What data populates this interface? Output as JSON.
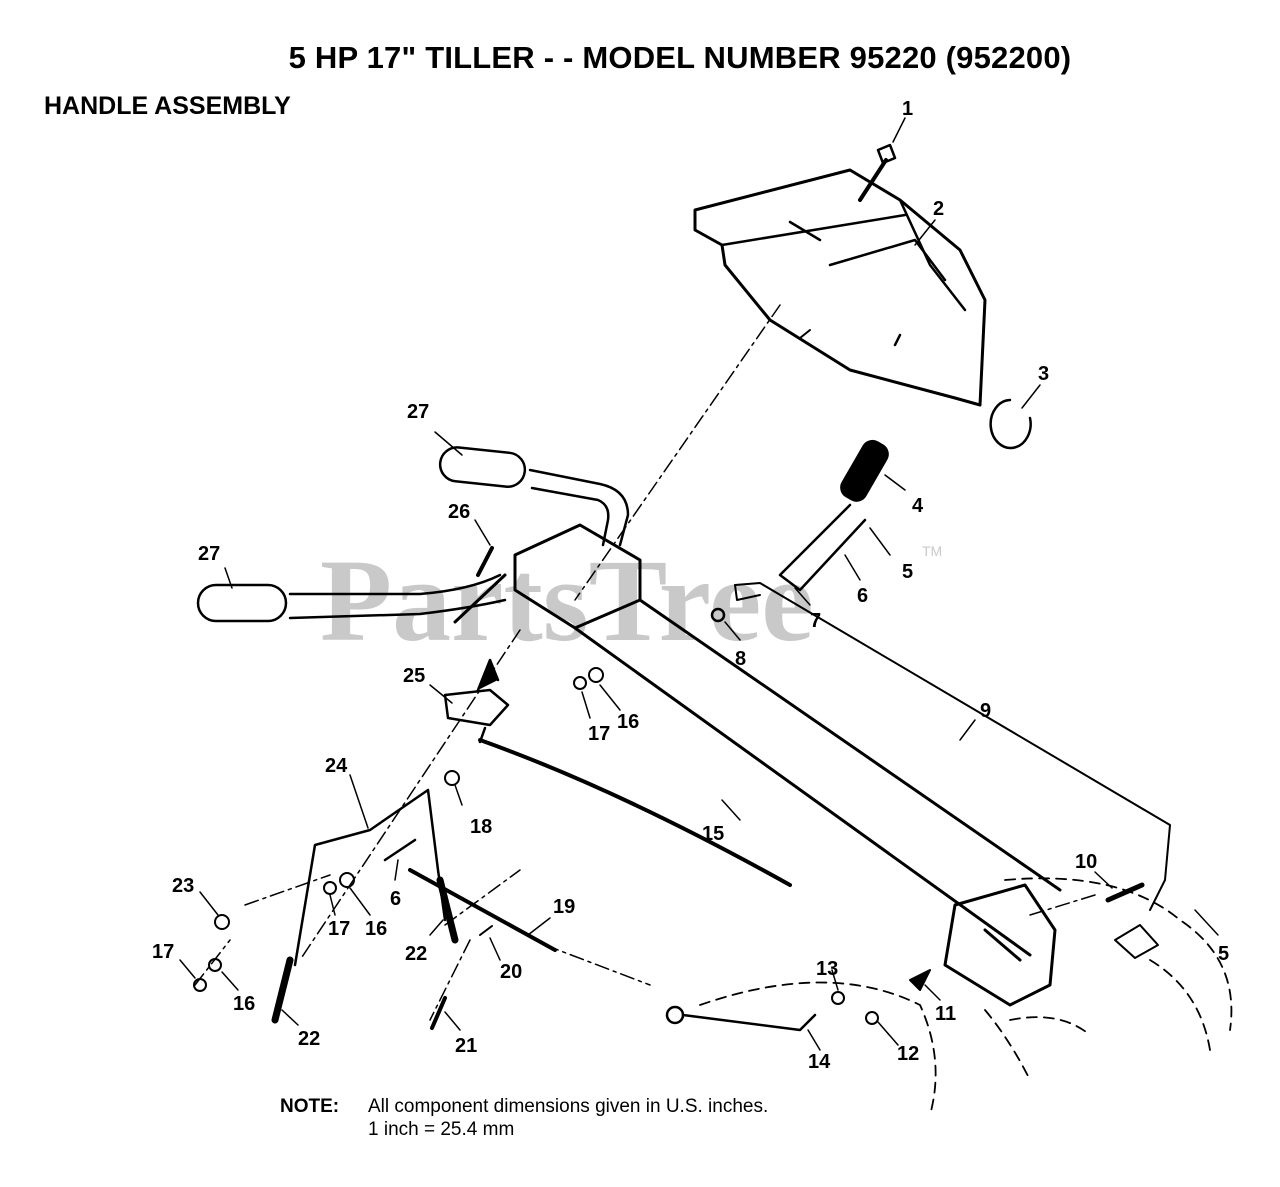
{
  "title": "5 HP  17\" TILLER - - MODEL NUMBER 95220 (952200)",
  "subtitle": "HANDLE ASSEMBLY",
  "watermark": {
    "text": "PartsTree",
    "mark": "TM"
  },
  "note": {
    "label": "NOTE:",
    "line1": "All component dimensions given in U.S. inches.",
    "line2": "1 inch = 25.4 mm"
  },
  "callouts": {
    "c1": "1",
    "c2": "2",
    "c3": "3",
    "c4": "4",
    "c5a": "5",
    "c5b": "5",
    "c6a": "6",
    "c6b": "6",
    "c7": "7",
    "c8": "8",
    "c9": "9",
    "c10": "10",
    "c11": "11",
    "c12": "12",
    "c13": "13",
    "c14": "14",
    "c15": "15",
    "c16a": "16",
    "c16b": "16",
    "c16c": "16",
    "c17a": "17",
    "c17b": "17",
    "c17c": "17",
    "c18": "18",
    "c19": "19",
    "c20": "20",
    "c21": "21",
    "c22a": "22",
    "c22b": "22",
    "c23": "23",
    "c24": "24",
    "c25": "25",
    "c26": "26",
    "c27a": "27",
    "c27b": "27"
  },
  "colors": {
    "ink": "#000000",
    "watermark": "#c9c9c9",
    "background": "#ffffff"
  }
}
